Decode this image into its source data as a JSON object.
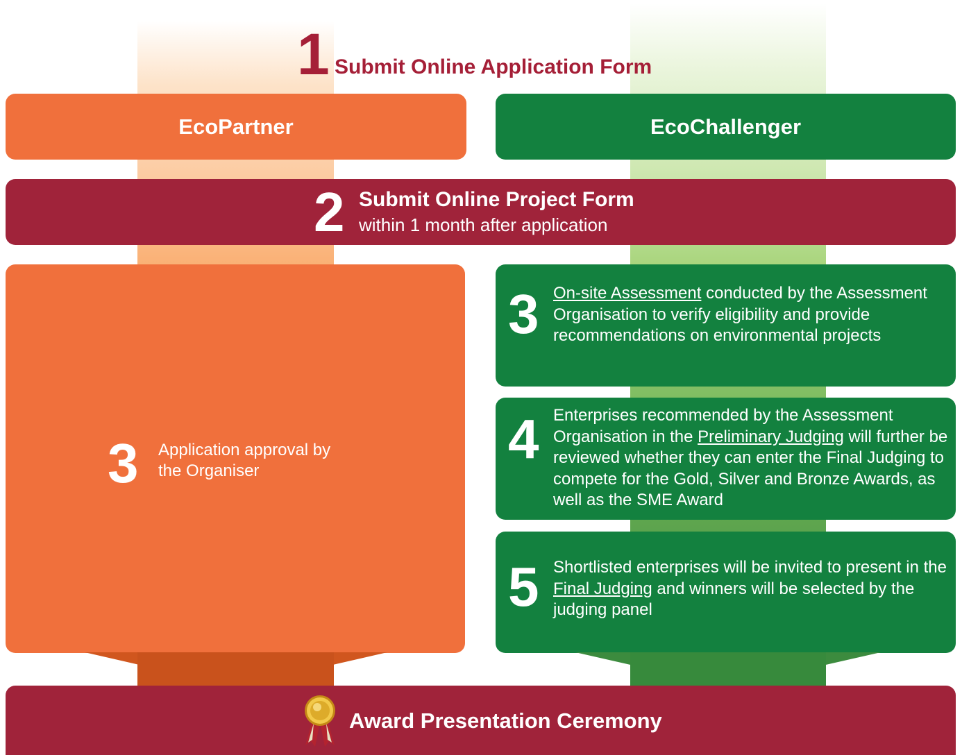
{
  "step1": {
    "number": "1",
    "label": "Submit Online Application Form"
  },
  "headers": {
    "left": "EcoPartner",
    "right": "EcoChallenger"
  },
  "step2": {
    "number": "2",
    "title": "Submit Online Project Form",
    "subtitle": "within 1 month after application"
  },
  "ecopartner_step3": {
    "number": "3",
    "line1": "Application approval by",
    "line2": "the Organiser"
  },
  "ecochallenger_steps": {
    "s3": {
      "number": "3",
      "link": "On-site Assessment",
      "text_after": " conducted by the Assessment Organisation to verify eligibility and provide recommendations on environmental projects"
    },
    "s4": {
      "number": "4",
      "text_before": "Enterprises recommended by the Assessment Organisation in the ",
      "link": "Preliminary Judging",
      "text_after": " will further be reviewed whether they can enter the Final Judging to compete for the Gold, Silver and Bronze Awards, as well as the SME Award"
    },
    "s5": {
      "number": "5",
      "text_before": "Shortlisted enterprises will be invited to present in the ",
      "link": "Final Judging",
      "text_after": " and winners will be selected by the judging panel"
    }
  },
  "award": {
    "label": "Award Presentation Ceremony",
    "icon": "medal-icon"
  },
  "colors": {
    "orange": "#f0703c",
    "green": "#13813f",
    "maroon": "#a0233a"
  }
}
